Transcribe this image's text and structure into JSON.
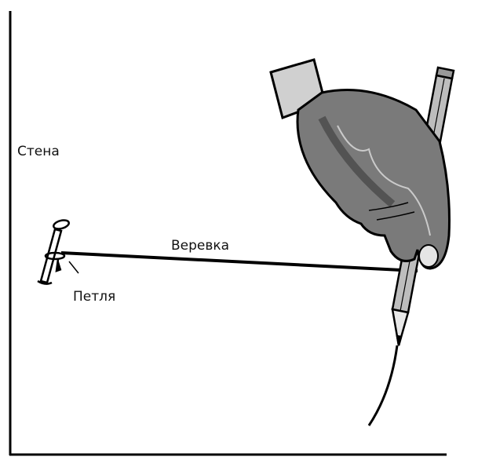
{
  "labels": {
    "wall": "Стена",
    "string": "Веревка",
    "loop": "Петля"
  },
  "colors": {
    "line": "#000000",
    "hand": "#7a7a7a",
    "hand_dark": "#4a4a4a",
    "cuff": "#cfcfcf",
    "pencil": "#bdbdbd"
  }
}
